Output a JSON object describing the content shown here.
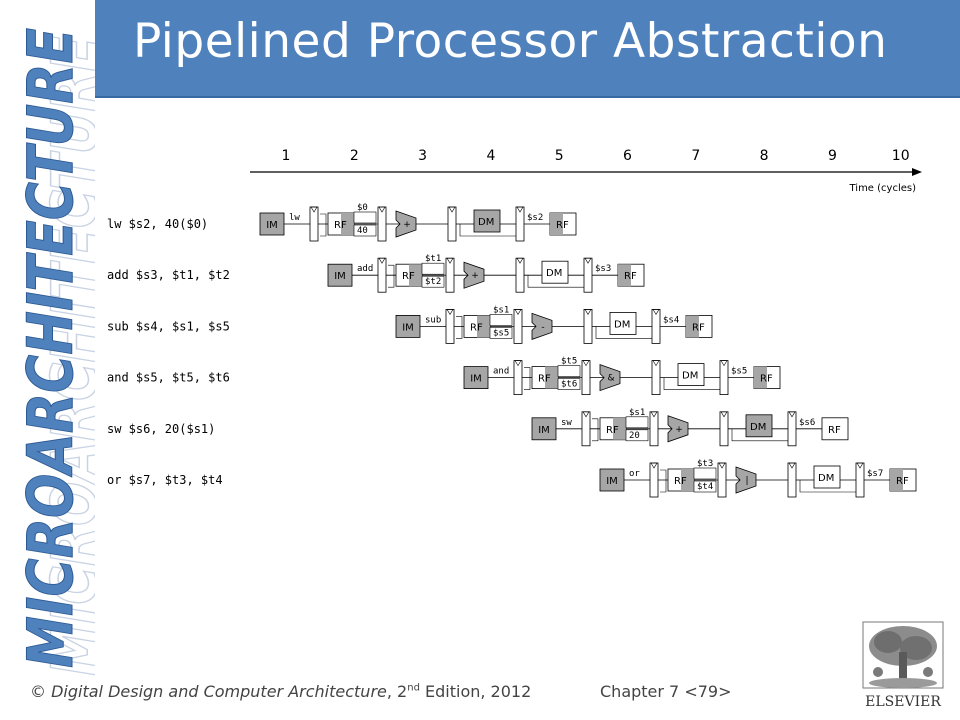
{
  "title": "Pipelined Processor Abstraction",
  "side_banner": "MICROARCHITECTURE",
  "timeline": {
    "cycles": [
      "1",
      "2",
      "3",
      "4",
      "5",
      "6",
      "7",
      "8",
      "9",
      "10"
    ],
    "axis_label": "Time (cycles)"
  },
  "instructions": [
    {
      "text": "lw   $s2, 40($0)",
      "opcode": "lw",
      "src1": "$0",
      "src2": "40",
      "alu": "+",
      "dst": "$s2"
    },
    {
      "text": "add  $s3, $t1, $t2",
      "opcode": "add",
      "src1": "$t1",
      "src2": "$t2",
      "alu": "+",
      "dst": "$s3"
    },
    {
      "text": "sub  $s4, $s1, $s5",
      "opcode": "sub",
      "src1": "$s1",
      "src2": "$s5",
      "alu": "-",
      "dst": "$s4"
    },
    {
      "text": "and  $s5, $t5, $t6",
      "opcode": "and",
      "src1": "$t5",
      "src2": "$t6",
      "alu": "&",
      "dst": "$s5"
    },
    {
      "text": "sw   $s6, 20($s1)",
      "opcode": "sw",
      "src1": "$s1",
      "src2": "20",
      "alu": "+",
      "dst": "$s6"
    },
    {
      "text": "or   $s7, $t3, $t4",
      "opcode": "or",
      "src1": "$t3",
      "src2": "$t4",
      "alu": "|",
      "dst": "$s7"
    }
  ],
  "stage_labels": {
    "im": "IM",
    "rf": "RF",
    "dm": "DM"
  },
  "footer": {
    "copyright": "©",
    "book": "Digital Design and Computer Architecture",
    "edition_num": "2",
    "edition_sup": "nd",
    "edition_rest": "Edition, 2012"
  },
  "chapter": "Chapter 7 <79>",
  "publisher": "ELSEVIER",
  "colors": {
    "header": "#4f81bd",
    "banner": "#4f81bd",
    "shade": "#a6a6a6"
  }
}
